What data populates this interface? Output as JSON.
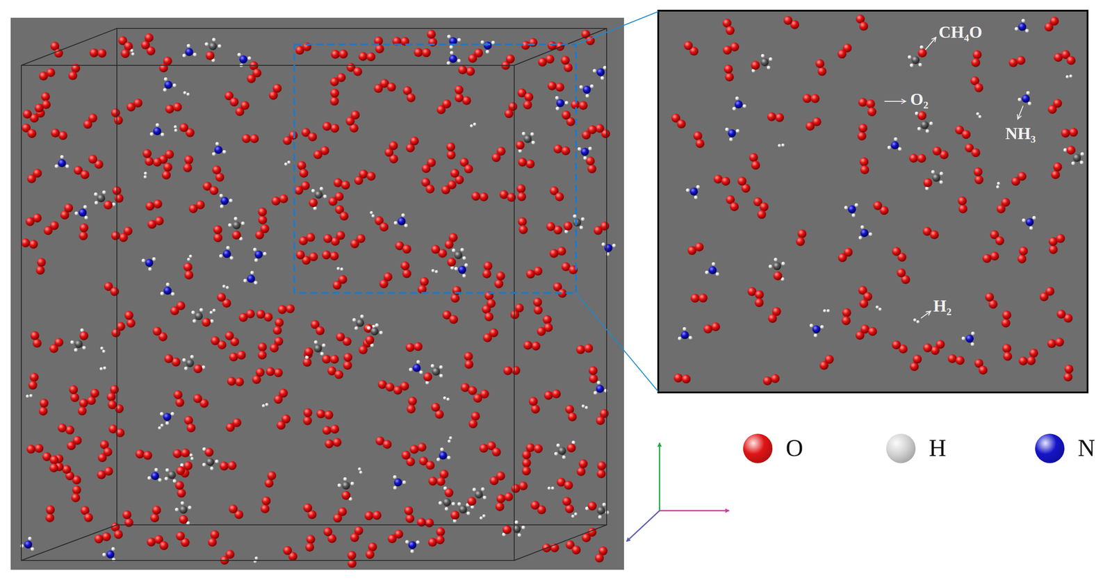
{
  "diagram": {
    "labels": [
      "CH₄O",
      "O₂",
      "NH₃",
      "H₂"
    ],
    "legend": [
      {
        "text": "O",
        "color": "#e01414"
      },
      {
        "text": "H",
        "color": "#d4d4d4"
      },
      {
        "text": "N",
        "color": "#1414c8"
      }
    ]
  }
}
